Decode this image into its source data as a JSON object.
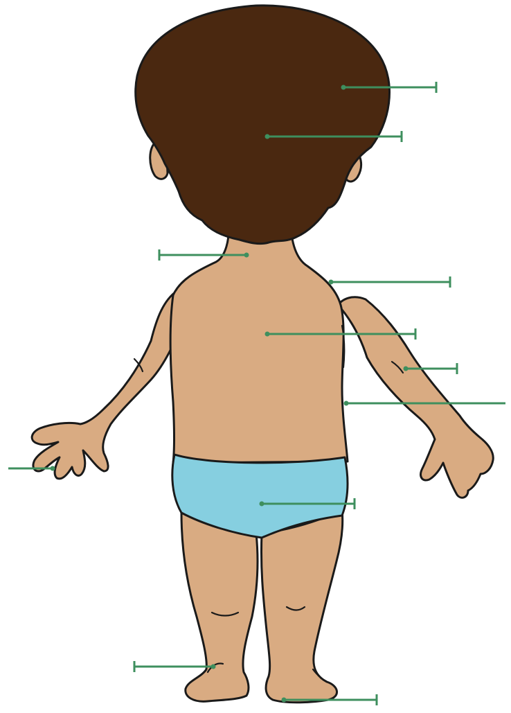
{
  "colors": {
    "background": "#ffffff",
    "skin": "#d9ab82",
    "hair": "#4a2810",
    "briefs": "#86cfe0",
    "outline": "#1a1a1a",
    "pointer": "#3e8f5e"
  },
  "pointers": [
    {
      "id": "crown"
    },
    {
      "id": "back-of-head"
    },
    {
      "id": "neck"
    },
    {
      "id": "shoulder"
    },
    {
      "id": "back"
    },
    {
      "id": "elbow"
    },
    {
      "id": "waist"
    },
    {
      "id": "hand"
    },
    {
      "id": "buttocks"
    },
    {
      "id": "ankle"
    },
    {
      "id": "heel"
    }
  ]
}
